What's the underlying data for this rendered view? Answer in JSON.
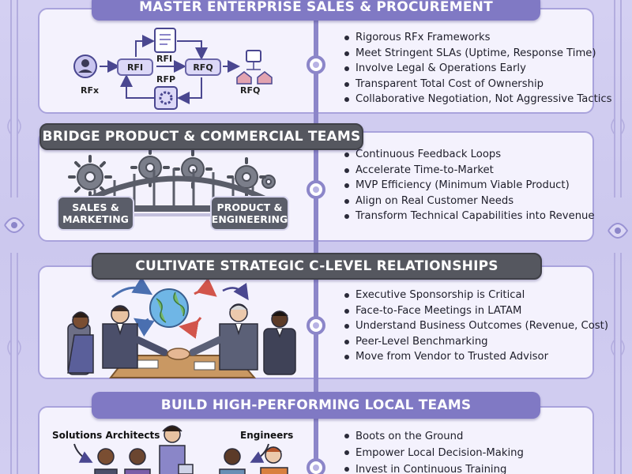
{
  "colors": {
    "background": "#cfcbf0",
    "spine": "#8c86c9",
    "panel": "#f4f2fd",
    "banner_purple": "#8079c4",
    "banner_slate": "#55575f"
  },
  "sections": [
    {
      "title": "MASTER ENTERPRISE SALES & PROCUREMENT",
      "bullets": [
        "Rigorous RFx Frameworks",
        "Meet Stringent SLAs (Uptime, Response Time)",
        "Involve Legal & Operations Early",
        "Transparent Total Cost of Ownership",
        "Collaborative Negotiation, Not Aggressive Tactics"
      ],
      "illustration": {
        "rfx": "RFx",
        "rfi_box": "RFI",
        "rfi": "RFI",
        "rfp": "RFP",
        "rfq_box": "RFQ",
        "rfq": "RFQ"
      }
    },
    {
      "title": "BRIDGE PRODUCT & COMMERCIAL TEAMS",
      "bullets": [
        "Continuous Feedback Loops",
        "Accelerate Time-to-Market",
        "MVP Efficiency (Minimum Viable Product)",
        "Align on Real Customer Needs",
        "Transform Technical Capabilities into Revenue"
      ],
      "illustration": {
        "left_team_line1": "SALES &",
        "left_team_line2": "MARKETING",
        "right_team_line1": "PRODUCT &",
        "right_team_line2": "ENGINEERING"
      }
    },
    {
      "title": "CULTIVATE STRATEGIC C-LEVEL RELATIONSHIPS",
      "bullets": [
        "Executive Sponsorship is Critical",
        "Face-to-Face Meetings in LATAM",
        "Understand Business Outcomes (Revenue, Cost)",
        "Peer-Level Benchmarking",
        "Move from Vendor to Trusted Advisor"
      ]
    },
    {
      "title": "BUILD HIGH-PERFORMING LOCAL TEAMS",
      "bullets": [
        "Boots on the Ground",
        "Empower Local Decision-Making",
        "Invest in Continuous Training"
      ],
      "illustration": {
        "role_left": "Solutions Architects",
        "role_right": "Engineers"
      }
    }
  ]
}
